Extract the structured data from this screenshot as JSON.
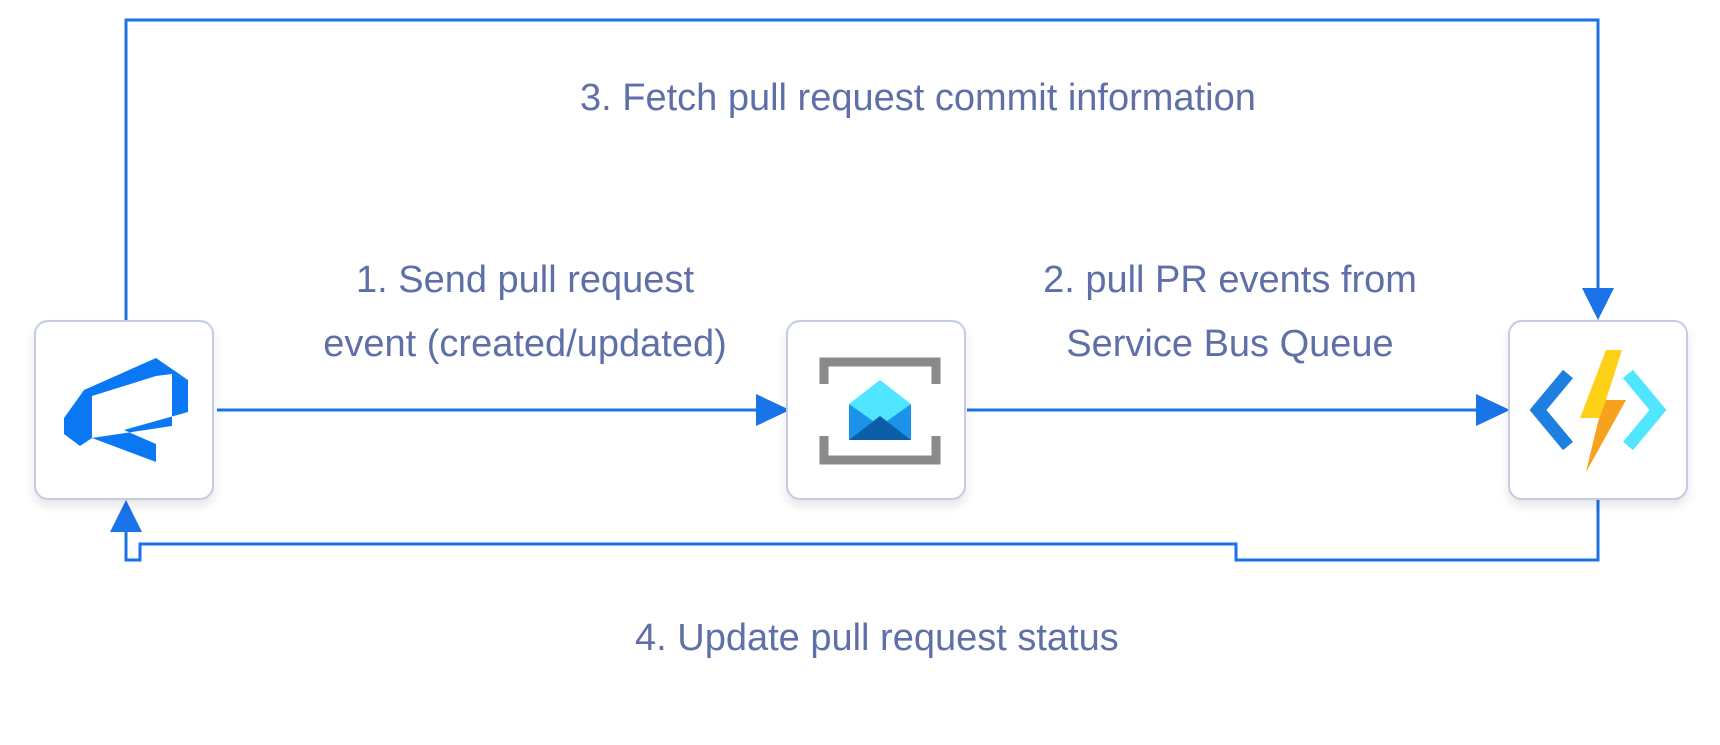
{
  "diagram": {
    "nodes": {
      "devops": {
        "icon": "azure-devops-icon"
      },
      "servicebus": {
        "icon": "service-bus-queue-icon"
      },
      "functions": {
        "icon": "azure-functions-icon"
      }
    },
    "steps": {
      "step1": {
        "line1": "1. Send pull request",
        "line2": "event (created/updated)"
      },
      "step2": {
        "line1": "2. pull PR events from",
        "line2": "Service Bus Queue"
      },
      "step3": {
        "text": "3. Fetch pull request commit information"
      },
      "step4": {
        "text": "4. Update pull request status"
      }
    },
    "colors": {
      "connector": "#1a73e8",
      "label_text": "#5f6fa8",
      "node_border": "#c3cce3",
      "devops_blue": "#0a78f5",
      "envelope_light": "#50e6ff",
      "envelope_dark": "#0a5fa8",
      "bracket_gray": "#8a8a8a",
      "bolt_yellow": "#fcd116",
      "bolt_orange": "#f7a11c",
      "bracket_blue": "#1d7fe0",
      "bracket_cyan": "#50e6ff"
    }
  }
}
